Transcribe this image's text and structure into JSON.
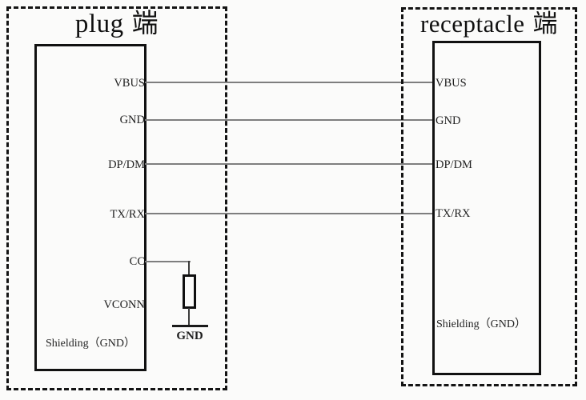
{
  "plug": {
    "title_en": "plug",
    "title_cjk": "端",
    "pins": [
      "VBUS",
      "GND",
      "DP/DM",
      "TX/RX",
      "CC",
      "VCONN"
    ],
    "shielding": "Shielding（GND）"
  },
  "receptacle": {
    "title_en": "receptacle",
    "title_cjk": "端",
    "pins": [
      "VBUS",
      "GND",
      "DP/DM",
      "TX/RX"
    ],
    "shielding": "Shielding（GND）"
  },
  "resistor_ground_label": "GND",
  "colors": {
    "wire_gray": "#7e7e7e",
    "line_black": "#141414",
    "background": "#fbfbfa"
  }
}
